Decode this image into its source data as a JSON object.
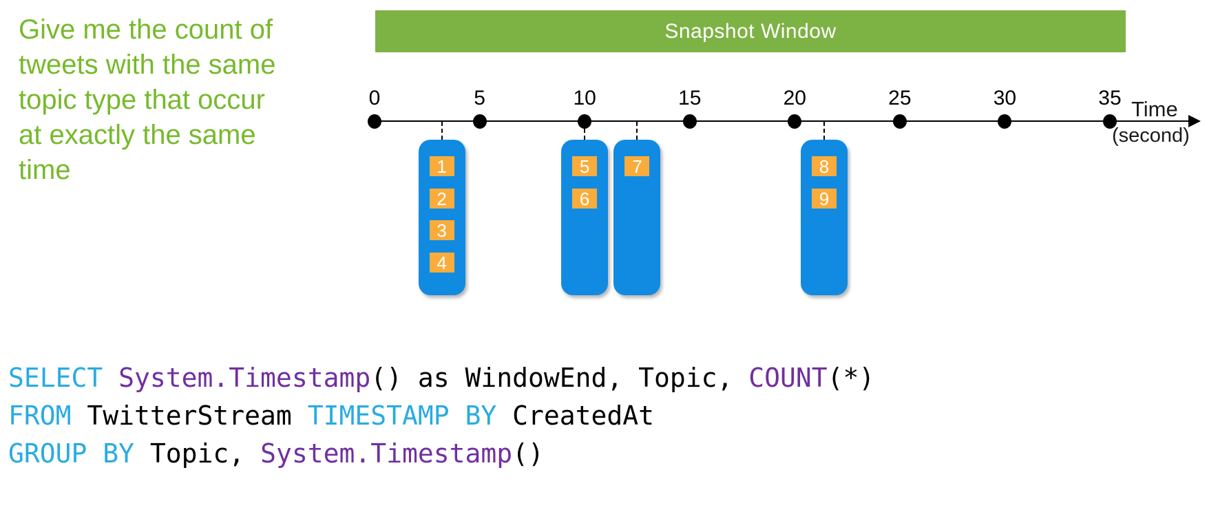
{
  "prompt": {
    "text": "Give me the count of\ntweets with the same\ntopic type that occur\nat exactly the same\ntime"
  },
  "banner": {
    "label": "Snapshot Window"
  },
  "timeline": {
    "ticks": [
      "0",
      "5",
      "10",
      "15",
      "20",
      "25",
      "30",
      "35"
    ],
    "tick_start_sec": 0,
    "tick_step_sec": 5,
    "axis_label_line1": "Time",
    "axis_label_line2": "(second)"
  },
  "event_groups": [
    {
      "time_sec": 3.2,
      "events": [
        "1",
        "2",
        "3",
        "4"
      ]
    },
    {
      "time_sec": 10,
      "events": [
        "5",
        "6"
      ]
    },
    {
      "time_sec": 12.5,
      "events": [
        "7"
      ]
    },
    {
      "time_sec": 21.4,
      "events": [
        "8",
        "9"
      ]
    }
  ],
  "code": {
    "lines": [
      [
        {
          "text": "SELECT ",
          "style": "kw"
        },
        {
          "text": "System.Timestamp",
          "style": "fn"
        },
        {
          "text": "() as WindowEnd, Topic, ",
          "style": "pl"
        },
        {
          "text": "COUNT",
          "style": "fn"
        },
        {
          "text": "(*)",
          "style": "pl"
        }
      ],
      [
        {
          "text": "FROM ",
          "style": "kw"
        },
        {
          "text": "TwitterStream ",
          "style": "pl"
        },
        {
          "text": "TIMESTAMP BY ",
          "style": "kw"
        },
        {
          "text": "CreatedAt",
          "style": "pl"
        }
      ],
      [
        {
          "text": "GROUP BY ",
          "style": "kw"
        },
        {
          "text": "Topic, ",
          "style": "pl"
        },
        {
          "text": "System.Timestamp",
          "style": "fn"
        },
        {
          "text": "()",
          "style": "pl"
        }
      ]
    ]
  },
  "colors": {
    "green_text": "#77B92C",
    "green_banner": "#7DB244",
    "blue": "#118BE2",
    "orange": "#F9AC3B",
    "cyan": "#29ABE2",
    "purple": "#7030A0",
    "axis_black": "#000000",
    "code_text": "#000000",
    "banner_text": "#FFFFFF"
  }
}
